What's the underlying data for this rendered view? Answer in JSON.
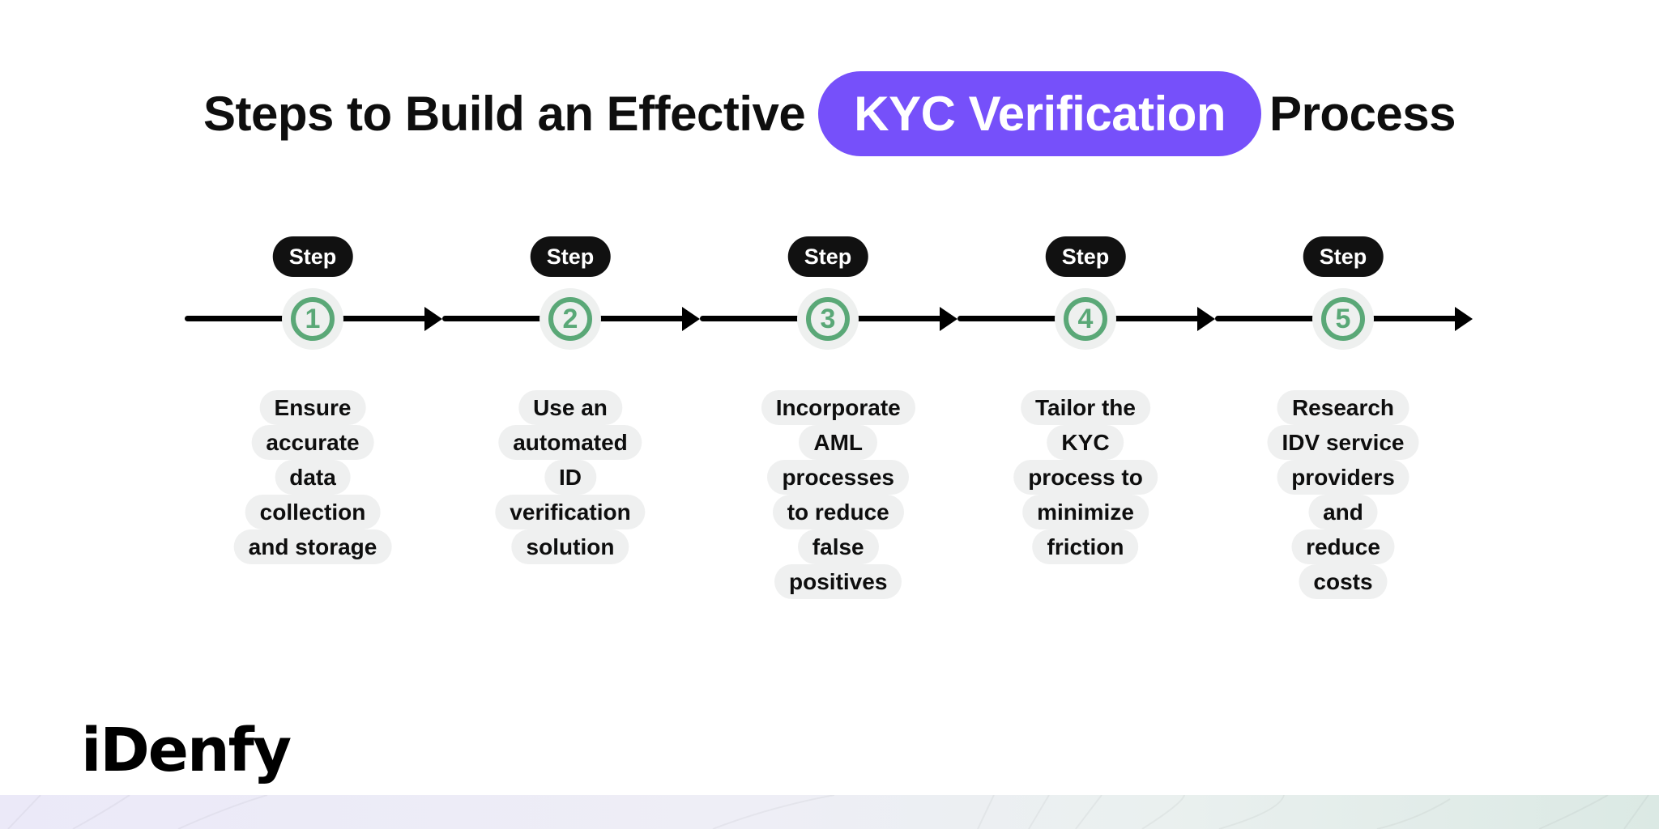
{
  "title": {
    "before": "Steps to Build an Effective",
    "highlight": "KYC Verification",
    "after": "Process",
    "highlight_color": "#7650fa"
  },
  "steps": [
    {
      "badge": "Step",
      "number": "1",
      "lines": [
        "Ensure",
        "accurate",
        "data",
        "collection",
        "and storage"
      ]
    },
    {
      "badge": "Step",
      "number": "2",
      "lines": [
        "Use an",
        "automated",
        "ID",
        "verification",
        "solution"
      ]
    },
    {
      "badge": "Step",
      "number": "3",
      "lines": [
        "Incorporate",
        "AML",
        "processes",
        "to reduce",
        "false",
        "positives"
      ]
    },
    {
      "badge": "Step",
      "number": "4",
      "lines": [
        "Tailor the",
        "KYC",
        "process to",
        "minimize",
        "friction"
      ]
    },
    {
      "badge": "Step",
      "number": "5",
      "lines": [
        "Research",
        "IDV service",
        "providers",
        "and",
        "reduce",
        "costs"
      ]
    }
  ],
  "colors": {
    "step_circle": "#5aa877",
    "badge_bg": "#111111",
    "text_blob_bg": "#eff0f0"
  },
  "logo": {
    "text": "iDenfy"
  }
}
